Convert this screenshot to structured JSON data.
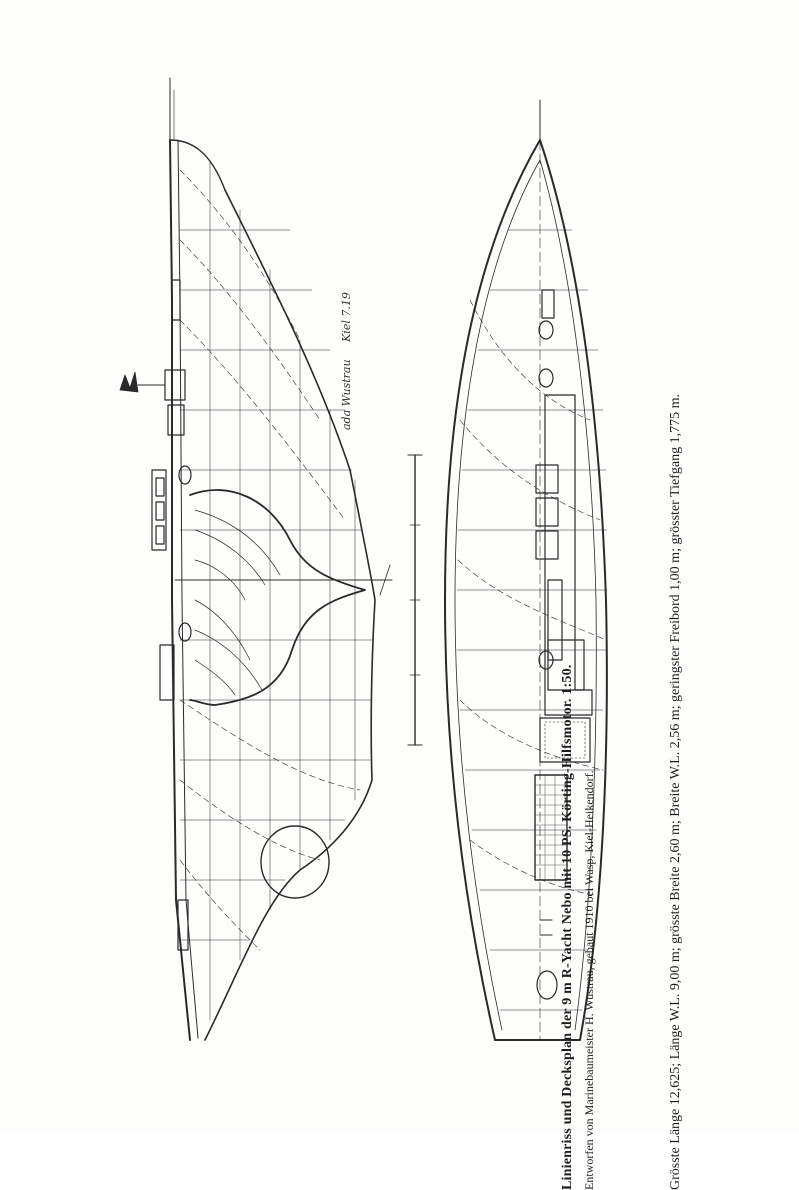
{
  "caption": {
    "title": "Linienriss und Decksplan der 9 m R-Yacht Nebo mit 10 PS. Körting-Hilfsmotor.   1:50.",
    "subtitle": "Entworfen von Marinebaumeister H. Wustrau, gebaut 1910 bei Wasp, Kiel-Heikendorf.",
    "dimensions": "Grösste Länge 12,625; Länge W.L. 9,00 m; grösste Breite 2,60 m; Breite W.L. 2,56 m; geringster Freibord 1,00 m; grösster Tiefgang 1,775 m."
  },
  "handwritten_note": {
    "line1": "ada Wustrau",
    "line2": "Kiel 7.19"
  },
  "colors": {
    "ink": "#2a2a2a",
    "paper": "#fdfdfc"
  }
}
